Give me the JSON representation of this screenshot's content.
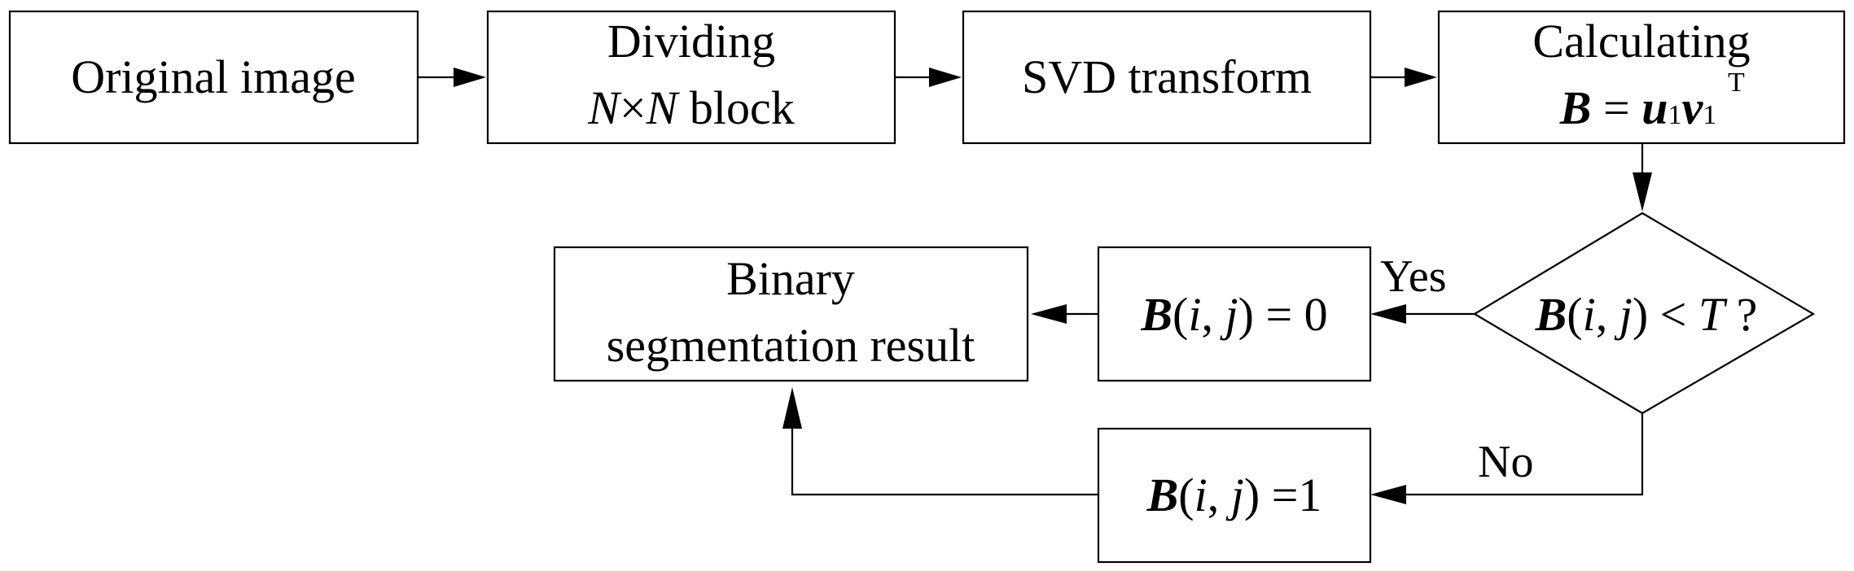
{
  "nodes": {
    "original": {
      "label": "Original image"
    },
    "dividing": {
      "line1": "Dividing",
      "var_n1": "N",
      "times": "×",
      "var_n2": "N",
      "block": " block"
    },
    "svd": {
      "label": "SVD transform"
    },
    "calculating": {
      "line1": "Calculating",
      "lhs": "B",
      "eq": " = ",
      "u": "u",
      "sub1": "1",
      "v": "v",
      "sub2": "1",
      "sup": "T"
    },
    "decision": {
      "b": "B",
      "lparen": "(",
      "i": "i",
      "comma": ", ",
      "j": "j",
      "rparen": ")",
      "lt": " < ",
      "t": "T",
      "q": " ?"
    },
    "zero": {
      "b": "B",
      "lparen": "(",
      "i": "i",
      "comma": ", ",
      "j": "j",
      "rparen": ")",
      "eq": " = ",
      "val": "0"
    },
    "one": {
      "b": "B",
      "lparen": "(",
      "i": "i",
      "comma": ", ",
      "j": "j",
      "rparen": ")",
      "eq": " =",
      "val": "1"
    },
    "result": {
      "line1": "Binary",
      "line2": "segmentation result"
    }
  },
  "edges": {
    "yes_label": "Yes",
    "no_label": "No"
  }
}
